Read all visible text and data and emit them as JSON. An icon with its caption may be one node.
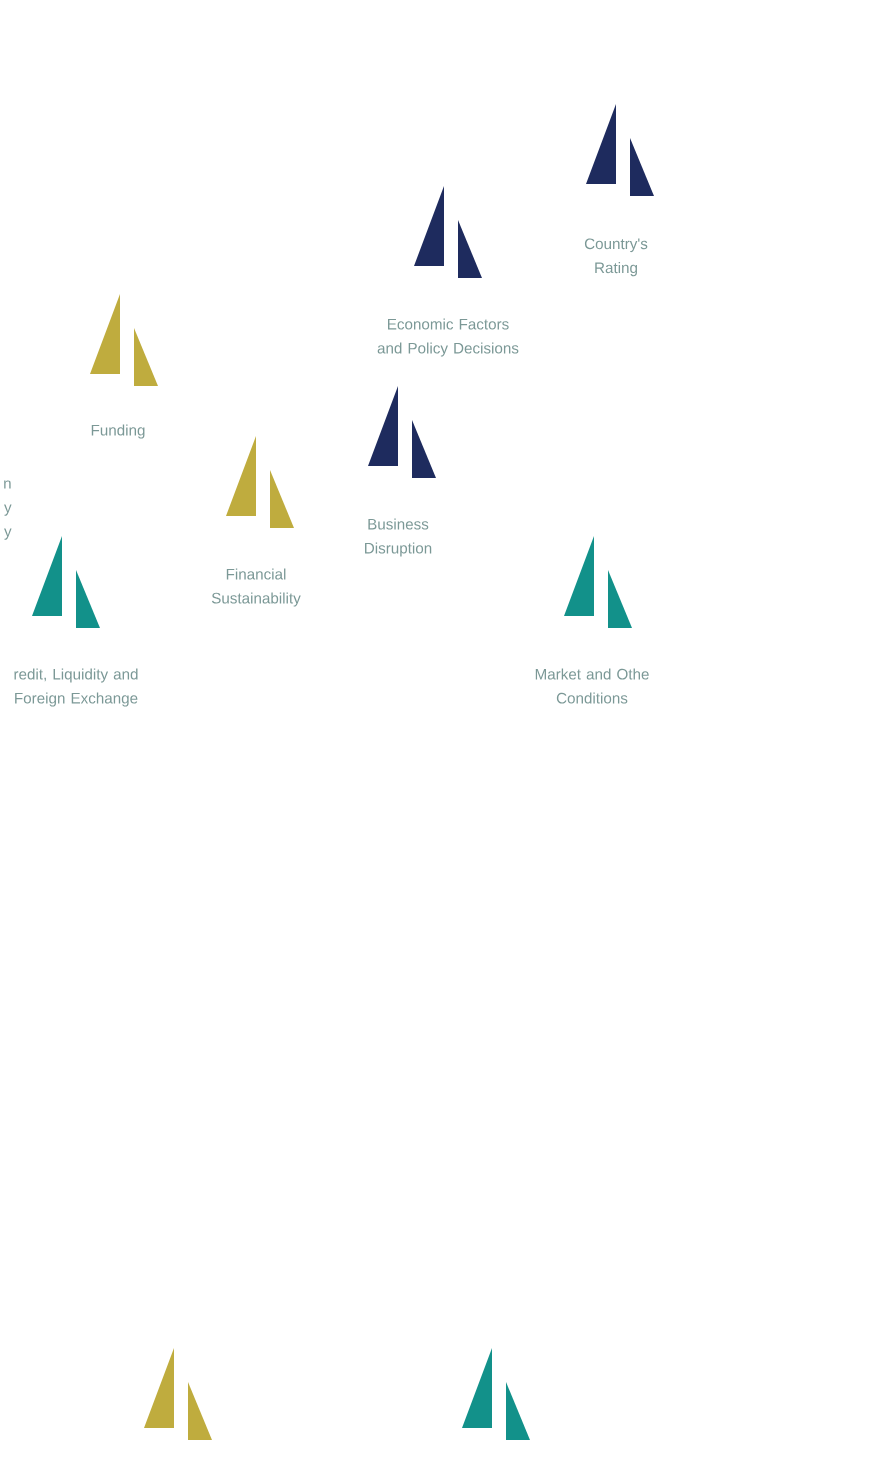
{
  "diagram": {
    "nodes": [
      {
        "text": [
          "Country's Rating"
        ]
      },
      {
        "text": [
          "Economic Factors and Policy Decisions"
        ]
      },
      {
        "text": [
          "Funding"
        ]
      },
      {
        "text": [
          "Business Disruption"
        ]
      },
      {
        "text": [
          "Financial Sustainability"
        ]
      },
      {
        "text": [
          "redit, Liquidity and Foreign Exchange"
        ]
      },
      {
        "text": [
          "Market and Othe Conditions"
        ]
      },
      {
        "text": [],
        "shape": "picture"
      },
      {
        "text": [],
        "shape": "picture"
      }
    ],
    "labels": [
      "n y y"
    ]
  }
}
